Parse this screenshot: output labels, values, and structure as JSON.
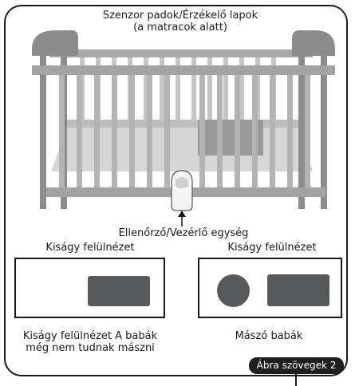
{
  "sensor_label_line1": "Szenzor padok/Érzékelő lapok",
  "sensor_label_line2": "(a matracok alatt)",
  "monitor_label": "Ellenőrző/Vezérlő egység",
  "left_view_title": "Kiságy felülnézet",
  "right_view_title": "Kiságy felülnézet",
  "left_caption_line1": "Kiságy felülnézet A babák",
  "left_caption_line2": "még nem tudnak mászni",
  "right_caption": "Mászó babák",
  "figure_tag": "Ábra szövegek 2",
  "colors": {
    "crib": "#8c8c8c",
    "crib_light": "#cfcfcf",
    "pad": "#58595b",
    "line": "#1a1a1a"
  }
}
